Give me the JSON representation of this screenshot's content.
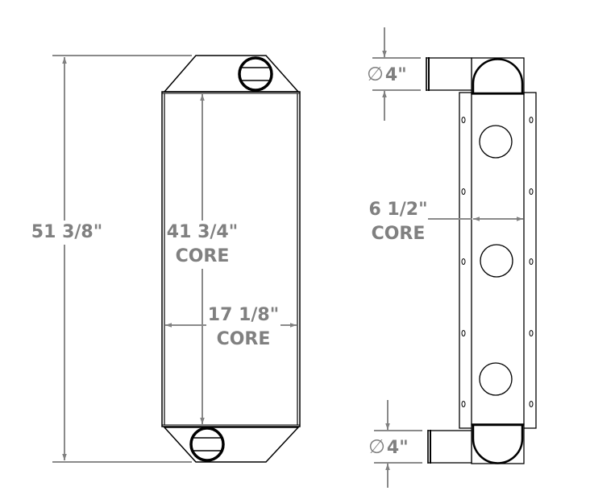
{
  "diagram": {
    "type": "charge air cooler / intercooler dimensional drawing",
    "colors": {
      "outline": "#000000",
      "dimension": "#808080",
      "background": "#ffffff"
    },
    "front_view": {
      "overall_height": {
        "value": "51 3/8\""
      },
      "core_height": {
        "value": "41 3/4\"",
        "label": "CORE"
      },
      "core_width": {
        "value": "17 1/8\"",
        "label": "CORE"
      },
      "ports": [
        {
          "position": "top-right",
          "name": "top-port"
        },
        {
          "position": "bottom-left",
          "name": "bottom-port"
        }
      ]
    },
    "side_view": {
      "core_depth": {
        "value": "6 1/2\"",
        "label": "CORE"
      },
      "inlet_diameter": {
        "symbol": "∅",
        "value": "4\""
      },
      "outlet_diameter": {
        "symbol": "∅",
        "value": "4\""
      },
      "mounting_holes_per_side": 5,
      "core_openings": 3
    }
  }
}
